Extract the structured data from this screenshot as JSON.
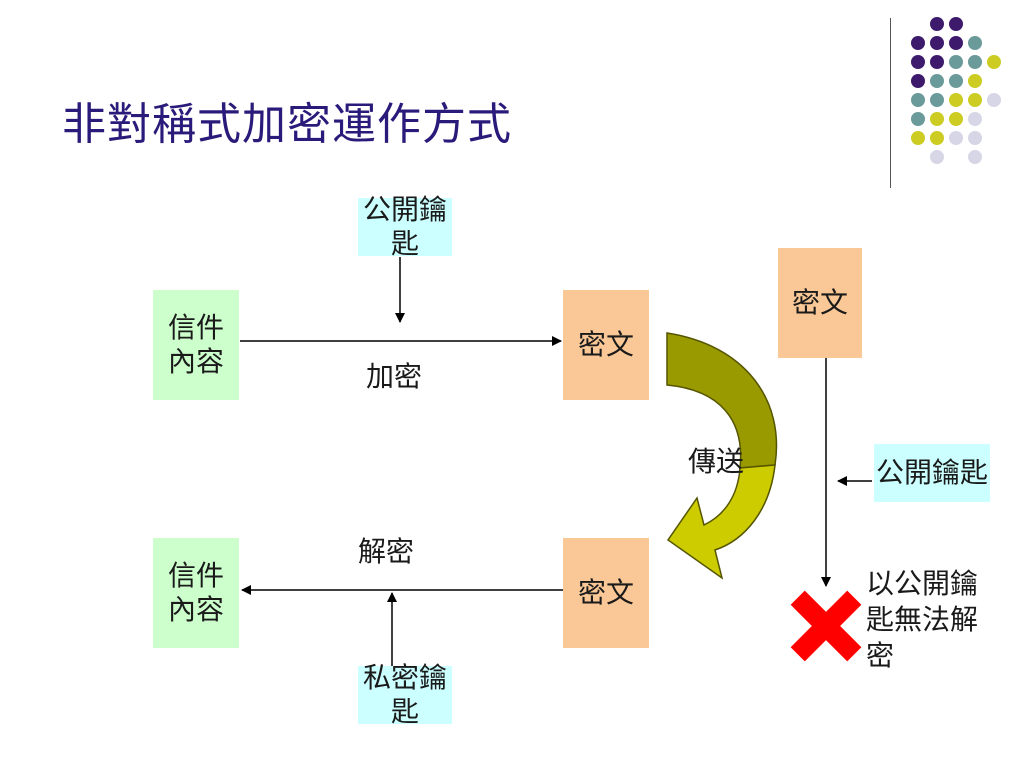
{
  "title": "非對稱式加密運作方式",
  "colors": {
    "title": "#2a1a7a",
    "plaintext_box": "#ccffcc",
    "ciphertext_box": "#f9c896",
    "key_box": "#ccffff",
    "transfer_arrow_dark": "#999900",
    "transfer_arrow_light": "#cccc00",
    "cross": "#ff0000",
    "dot_purple": "#3d1a6b",
    "dot_teal": "#6b9a9a",
    "dot_yellow": "#cccc22",
    "dot_lavender": "#d6d6e6"
  },
  "encrypt_row": {
    "public_key": "公開鑰匙",
    "plaintext": "信件\n內容",
    "action": "加密",
    "ciphertext": "密文"
  },
  "transfer_label": "傳送",
  "decrypt_row": {
    "action": "解密",
    "plaintext": "信件\n內容",
    "ciphertext": "密文",
    "private_key": "私密鑰匙"
  },
  "right_panel": {
    "ciphertext": "密文",
    "public_key": "公開鑰匙",
    "note": "以公開鑰\n匙無法解\n密"
  },
  "icons": [
    "down-arrow-icon",
    "right-arrow-icon",
    "left-arrow-icon",
    "up-arrow-icon",
    "curved-arrow-icon",
    "cross-icon"
  ]
}
